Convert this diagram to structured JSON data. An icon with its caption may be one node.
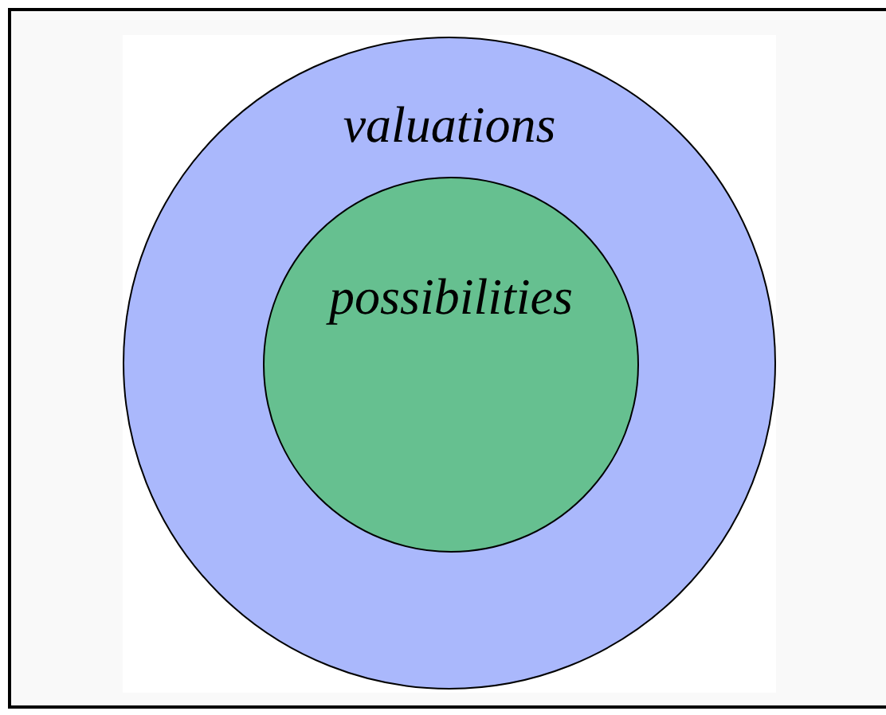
{
  "diagram": {
    "nodes": [
      {
        "text": [
          "valuations"
        ]
      },
      {
        "text": [
          "possibilities"
        ],
        "in": 0
      }
    ]
  }
}
